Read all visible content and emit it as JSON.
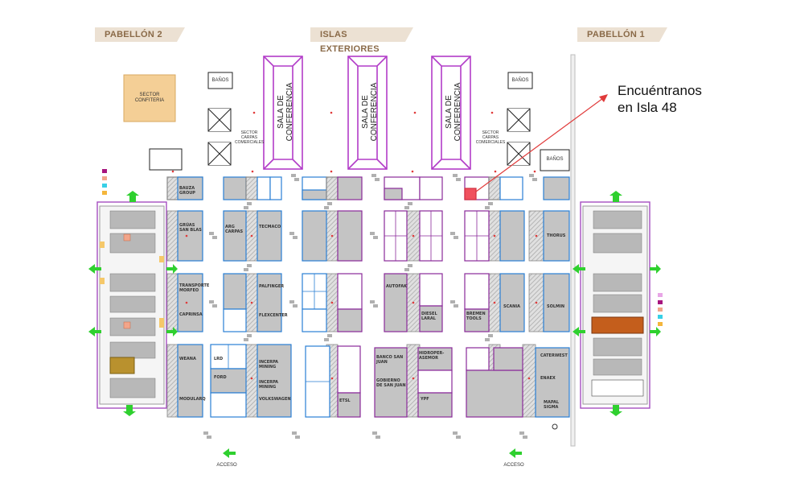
{
  "sections": {
    "pabellon2": "PABELLÓN 2",
    "islas": "ISLAS EXTERIORES",
    "pabellon1": "PABELLÓN 1"
  },
  "callout": {
    "line1": "Encuéntranos",
    "line2": "en Isla 48"
  },
  "places": {
    "sector_confiteria": "SECTOR CONFITERIA",
    "banos": "BAÑOS",
    "sala": "SALA DE CONFERENCIA",
    "sector_carpas_left": "SECTOR CARPAS COMERCIALES",
    "sector_carpas_right": "SECTOR CARPAS COMERCIALES",
    "acceso": "ACCESO"
  },
  "exhibitors": {
    "bauza": "BAUZA GROUP",
    "gruas": "GRÚAS SAN BLAS",
    "transporte": "TRANSPORTE MORFEO",
    "caprinsa": "CAPRINSA",
    "wenna": "WEANA",
    "modularq": "MODULARQ",
    "arg_carpas": "ARG CARPAS",
    "tecmaco": "TECMACO",
    "palfinger": "PALFINGER",
    "flexcenter": "FLEXCENTER",
    "lrd": "LRD",
    "ford": "FORD",
    "incerpa1": "INCERPA MINING",
    "incerpa2": "INCERPA MINING",
    "volksmagen": "VOLKSWAGEN",
    "autofak": "AUTOFAK",
    "diesel": "DIESEL LARAL",
    "banco": "BANCO SAN JUAN",
    "gobierno": "GOBIERNO DE SAN JUAN",
    "hidroper": "HIDROPER-ASEMOR",
    "ypf": "YPF",
    "etsl": "ETSL",
    "bremen": "BREMEN TOOLS",
    "scania": "SCANIA",
    "thorus": "THORUS",
    "solmin": "SOLMIN",
    "caterwest": "CATERWEST",
    "enaex": "ENAEX",
    "mapal": "MAPAL SIGMA"
  }
}
